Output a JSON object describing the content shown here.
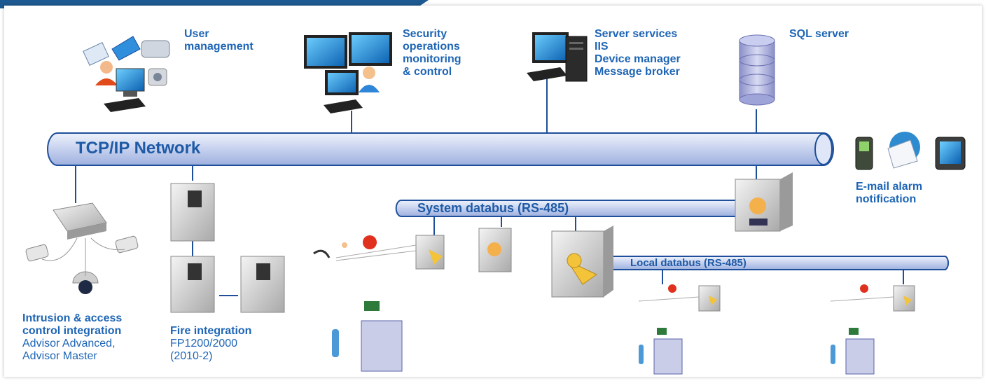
{
  "top_bar": {
    "color": "#1e5a92"
  },
  "networks": {
    "tcpip": "TCP/IP Network",
    "system_databus": "System databus (RS-485)",
    "local_databus": "Local databus (RS-485)"
  },
  "nodes": {
    "user_management": {
      "line1": "User",
      "line2": "management"
    },
    "security_ops": {
      "line1": "Security",
      "line2": "operations",
      "line3": "monitoring",
      "line4": "& control"
    },
    "server_services": {
      "line1": "Server services",
      "line2": "IIS",
      "line3": "Device manager",
      "line4": "Message broker"
    },
    "sql_server": {
      "line1": "SQL server"
    },
    "email_alarm": {
      "line1": "E-mail alarm",
      "line2": "notification"
    },
    "intrusion": {
      "line1": "Intrusion & access",
      "line2": "control integration",
      "sub1": "Advisor Advanced,",
      "sub2": "Advisor Master"
    },
    "fire": {
      "line1": "Fire integration",
      "sub1": "FP1200/2000",
      "sub2": "(2010-2)"
    }
  },
  "colors": {
    "label": "#1e65b5",
    "bus_fill": "#c9d3ee",
    "bus_stroke": "#1e4f9a",
    "line": "#1e4f9a"
  }
}
